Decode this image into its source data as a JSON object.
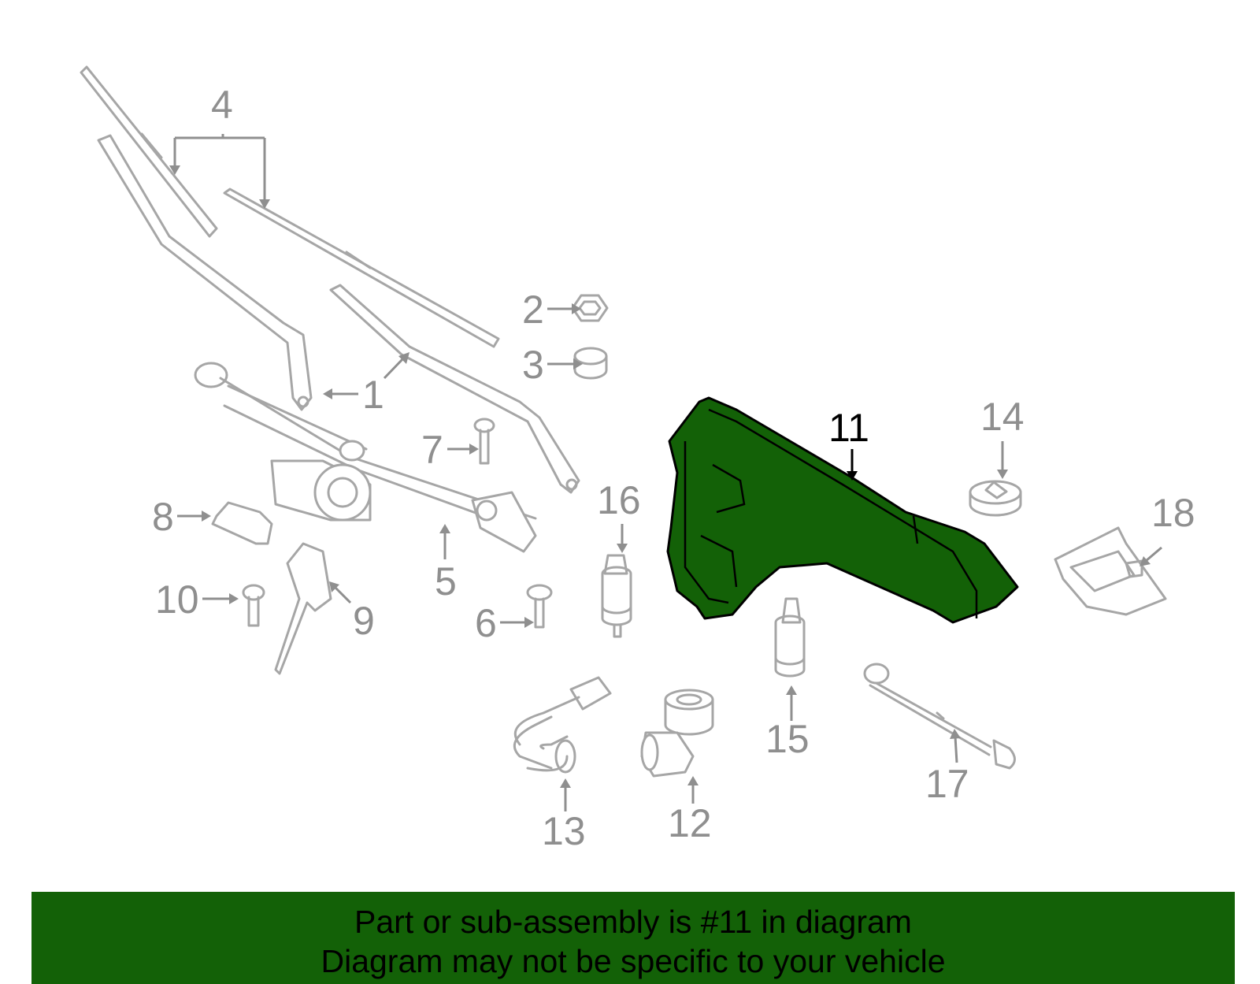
{
  "diagram": {
    "callouts": [
      "1",
      "2",
      "3",
      "4",
      "5",
      "6",
      "7",
      "8",
      "9",
      "10",
      "11",
      "12",
      "13",
      "14",
      "15",
      "16",
      "17",
      "18"
    ],
    "highlighted_callout": "11",
    "highlight_color": "#136107",
    "line_color": "#a6a6a6",
    "label_color": "#8f8f8f"
  },
  "banner": {
    "line1": "Part or sub-assembly is #11 in diagram",
    "line2": "Diagram may not be specific to your vehicle",
    "background": "#136107"
  }
}
